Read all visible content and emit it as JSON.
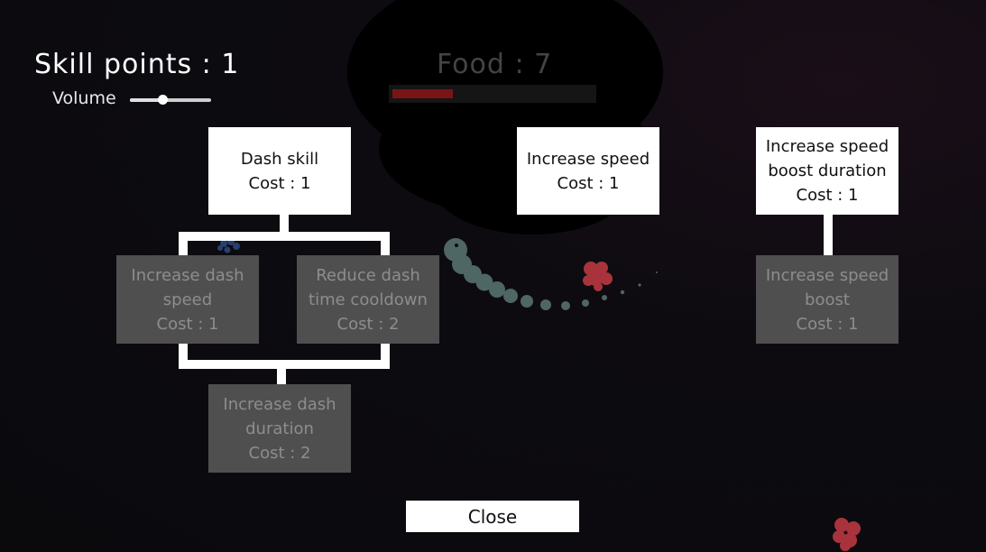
{
  "hud": {
    "skill_points": "Skill points : 1",
    "volume_label": "Volume",
    "volume_level": 0.4,
    "food": "Food : 7",
    "food_fraction": 0.3
  },
  "skills": {
    "dash": {
      "name": "Dash skill",
      "cost": "Cost : 1",
      "state": "unlocked"
    },
    "dash_speed": {
      "line1": "Increase dash",
      "line2": "speed",
      "cost": "Cost : 1",
      "state": "locked"
    },
    "dash_cooldown": {
      "line1": "Reduce dash",
      "line2": "time cooldown",
      "cost": "Cost : 2",
      "state": "locked"
    },
    "dash_duration": {
      "line1": "Increase dash",
      "line2": "duration",
      "cost": "Cost : 2",
      "state": "locked"
    },
    "speed": {
      "name": "Increase speed",
      "cost": "Cost : 1",
      "state": "unlocked"
    },
    "boost_duration": {
      "line1": "Increase speed",
      "line2": "boost duration",
      "cost": "Cost : 1",
      "state": "unlocked"
    },
    "boost": {
      "line1": "Increase speed",
      "line2": "boost",
      "cost": "Cost : 1",
      "state": "locked"
    }
  },
  "close_label": "Close",
  "colors": {
    "unlocked": "#ffffff",
    "locked": "#4f4f4f",
    "food_fill": "#7a1515",
    "snake": "#4e6664",
    "food_pellet": "#c53b44"
  }
}
